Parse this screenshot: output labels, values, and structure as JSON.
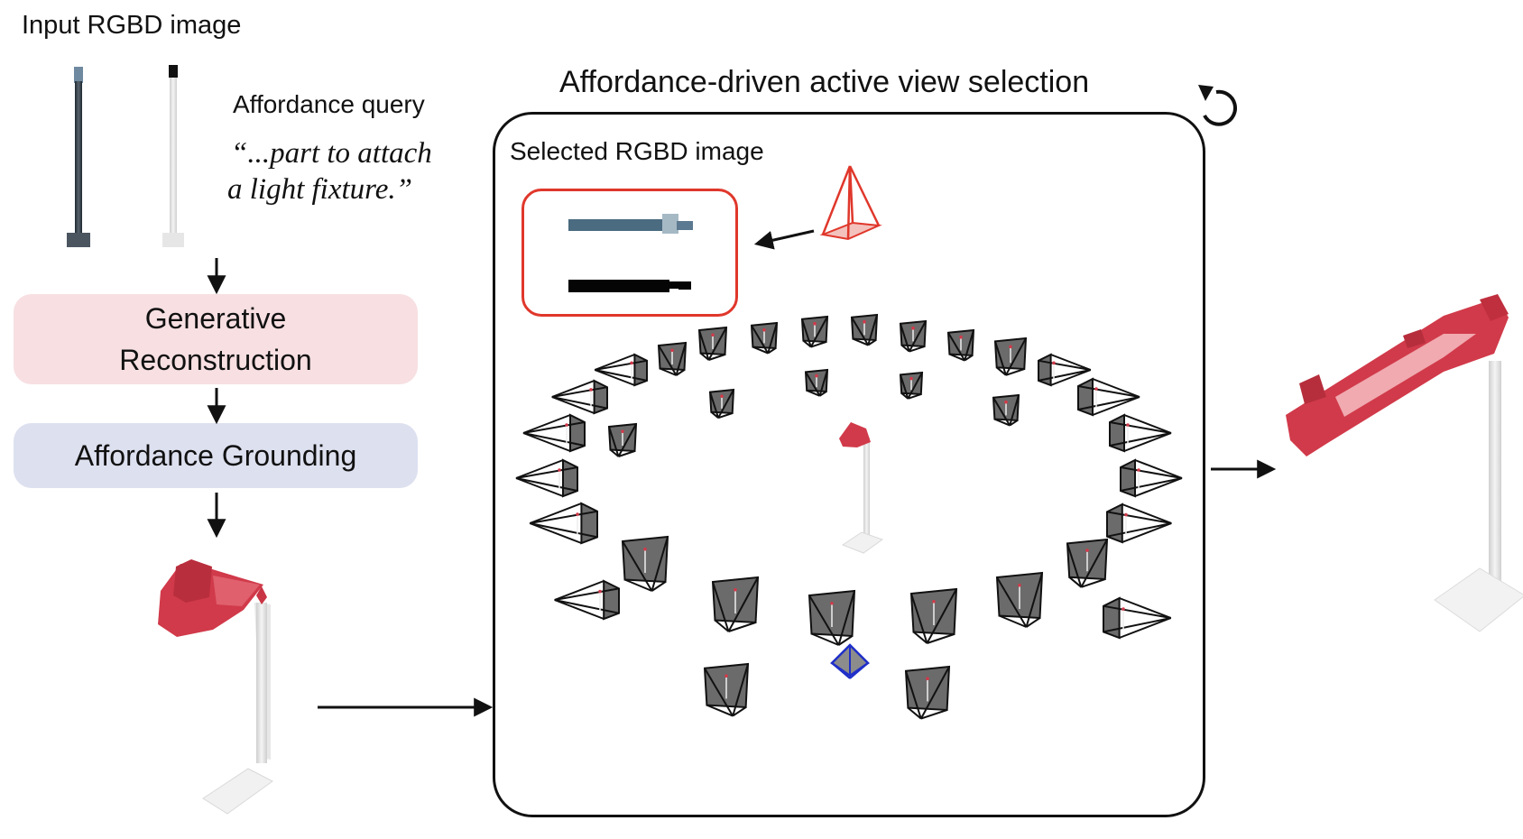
{
  "input": {
    "label": "Input RGBD image"
  },
  "query": {
    "label": "Affordance query",
    "line1": "“...part to attach",
    "line2": "a light fixture.”"
  },
  "stages": {
    "reconstruction": "Generative Reconstruction",
    "grounding": "Affordance Grounding"
  },
  "panel": {
    "title": "Affordance-driven active view selection",
    "selected_label": "Selected RGBD image"
  },
  "colors": {
    "reconstruction_bg": "#f7dfe2",
    "grounding_bg": "#dde0ef",
    "affordance_red": "#d13a4a",
    "selected_frame": "#e0372b",
    "chosen_camera": "#1f2fc8",
    "camera_fill": "#6b6b6b"
  },
  "icons": [
    "loop-arrow-icon",
    "camera-frustum-icon"
  ]
}
